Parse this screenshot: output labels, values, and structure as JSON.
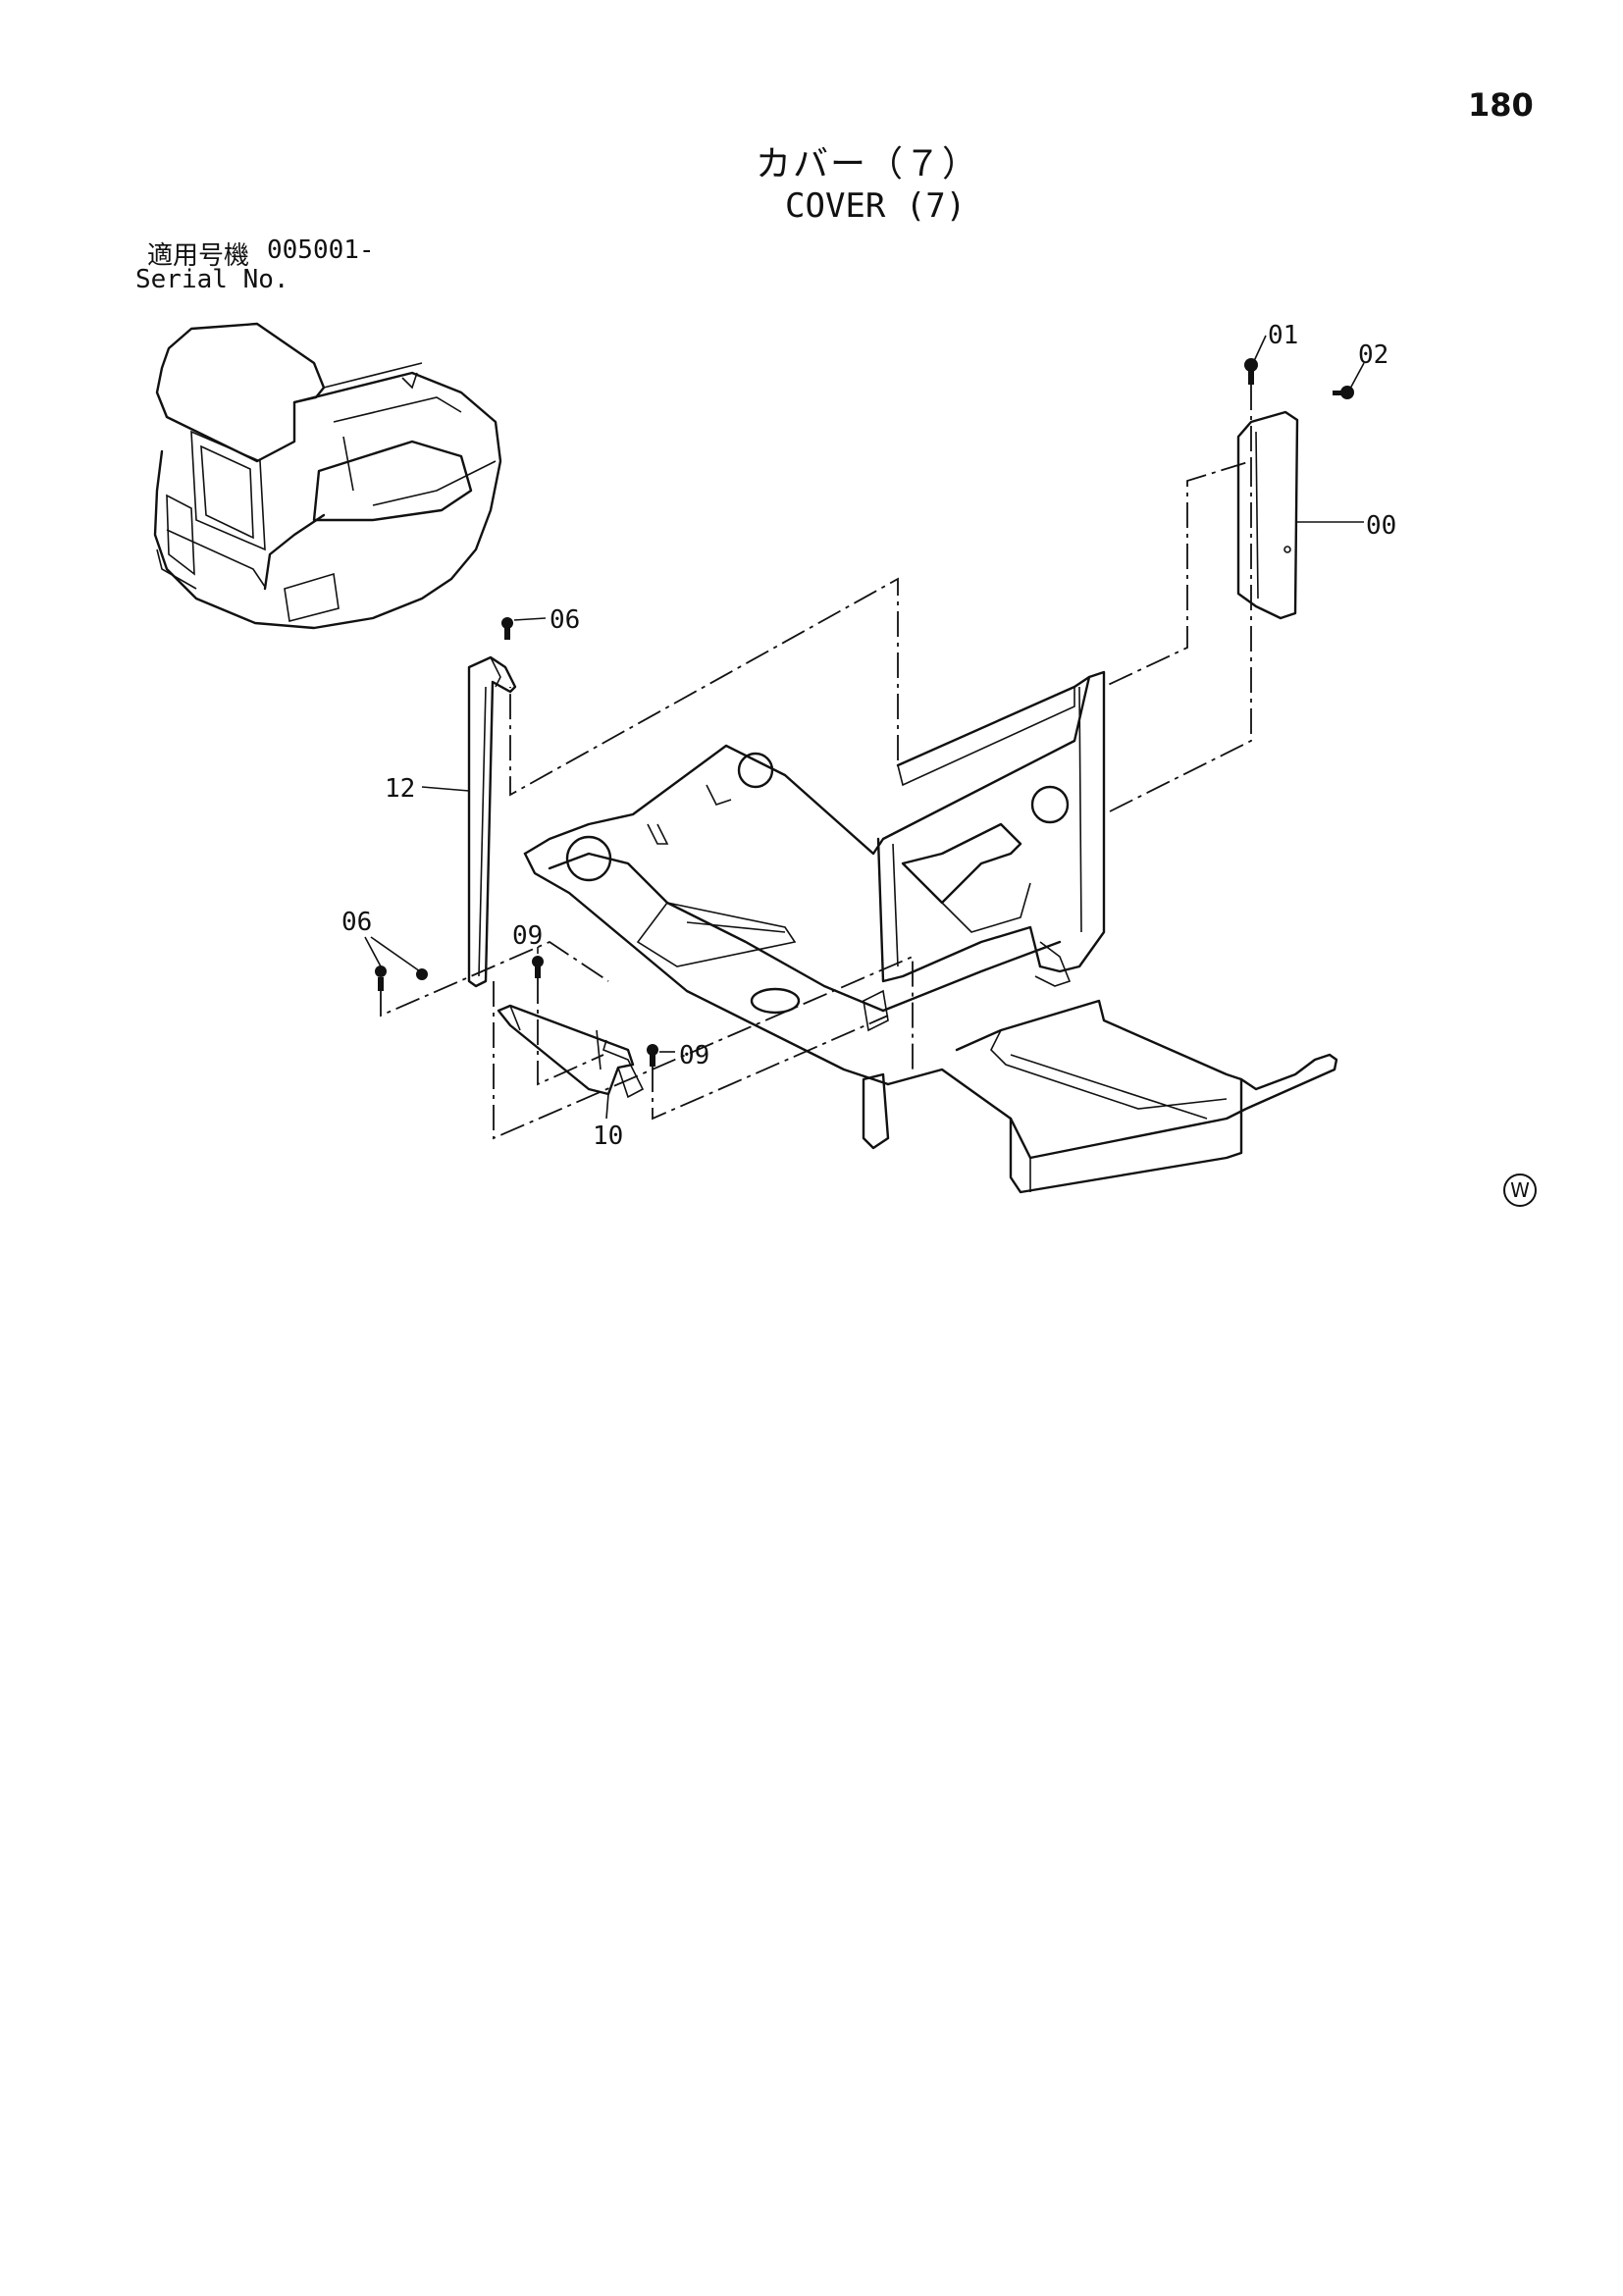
{
  "page": {
    "number": "180"
  },
  "title": {
    "japanese": "カバー（７）",
    "english": "COVER (7)"
  },
  "serial": {
    "label_jp": "適用号機",
    "value": "005001-",
    "label_en": "Serial No."
  },
  "callouts": [
    "00",
    "01",
    "02",
    "06",
    "06",
    "09",
    "09",
    "10",
    "12"
  ],
  "watermark": "W"
}
